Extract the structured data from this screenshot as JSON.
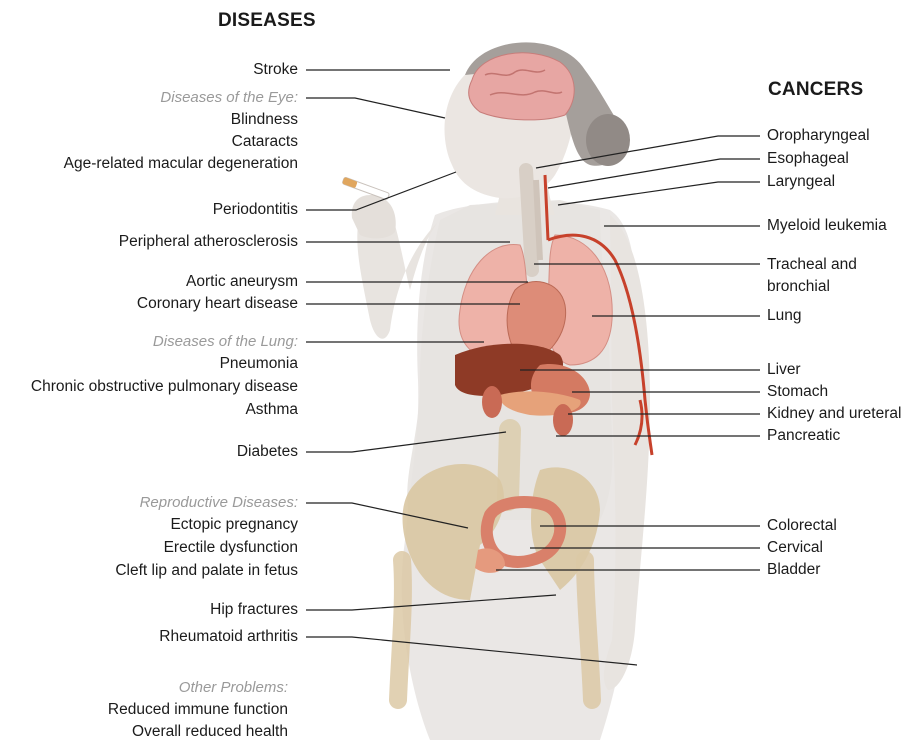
{
  "headings": {
    "diseases": "DISEASES",
    "cancers": "CANCERS"
  },
  "diseases": {
    "stroke": "Stroke",
    "eye": {
      "section": "Diseases of the Eye:",
      "items": [
        "Blindness",
        "Cataracts",
        "Age-related macular degeneration"
      ]
    },
    "periodontitis": "Periodontitis",
    "peripheral": "Peripheral atherosclerosis",
    "aortic": "Aortic aneurysm",
    "coronary": "Coronary heart disease",
    "lung": {
      "section": "Diseases of the Lung:",
      "items": [
        "Pneumonia",
        "Chronic obstructive pulmonary disease",
        "Asthma"
      ]
    },
    "diabetes": "Diabetes",
    "reproductive": {
      "section": "Reproductive Diseases:",
      "items": [
        "Ectopic pregnancy",
        "Erectile dysfunction",
        "Cleft lip and palate in fetus"
      ]
    },
    "hip": "Hip fractures",
    "rheumatoid": "Rheumatoid arthritis",
    "other": {
      "section": "Other Problems:",
      "items": [
        "Reduced immune function",
        "Overall reduced health"
      ]
    }
  },
  "cancers": {
    "oropharyngeal": "Oropharyngeal",
    "esophageal": "Esophageal",
    "laryngeal": "Laryngeal",
    "myeloid": "Myeloid leukemia",
    "tracheal_1": "Tracheal and",
    "tracheal_2": "bronchial",
    "lung": "Lung",
    "liver": "Liver",
    "stomach": "Stomach",
    "kidney": "Kidney and ureteral",
    "pancreatic": "Pancreatic",
    "colorectal": "Colorectal",
    "cervical": "Cervical",
    "bladder": "Bladder"
  },
  "colors": {
    "skin": "#ece8e4",
    "hair": "#9a9390",
    "brain": "#e7a6a3",
    "lung": "#eeb2a8",
    "heart": "#dd8c78",
    "liver": "#8e3a26",
    "stomach": "#d47a62",
    "bone": "#d9c6a2",
    "artery": "#c7412b",
    "leader": "#222222"
  }
}
